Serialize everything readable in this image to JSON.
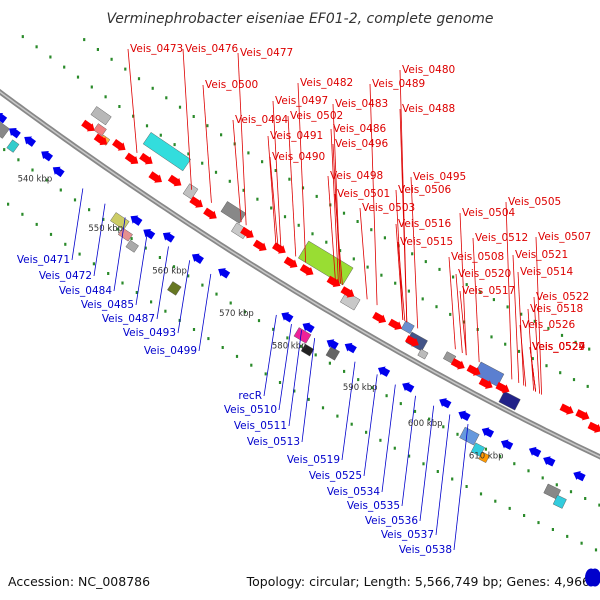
{
  "title": "Verminephrobacter eiseniae EF01-2, complete genome",
  "footer": {
    "accession": "Accession: NC_008786",
    "topology": "Topology: circular; Length: 5,566,749 bp; Genes: 4,966"
  },
  "position_ticks": [
    "540 kbp",
    "550 kbp",
    "560 kbp",
    "570 kbp",
    "580 kbp",
    "590 kbp",
    "600 kbp",
    "610 kbp"
  ],
  "forward_genes": [
    "Veis_0473",
    "Veis_0476",
    "Veis_0477",
    "Veis_0482",
    "Veis_0480",
    "Veis_0489",
    "Veis_0500",
    "Veis_0497",
    "Veis_0483",
    "Veis_0488",
    "Veis_0494",
    "Veis_0502",
    "Veis_0486",
    "Veis_0491",
    "Veis_0496",
    "Veis_0490",
    "Veis_0498",
    "Veis_0495",
    "Veis_0501",
    "Veis_0506",
    "Veis_0503",
    "Veis_0505",
    "Veis_0504",
    "Veis_0516",
    "Veis_0512",
    "Veis_0507",
    "Veis_0515",
    "Veis_0521",
    "Veis_0508",
    "Veis_0520",
    "Veis_0514",
    "Veis_0517",
    "Veis_0522",
    "Veis_0518",
    "Veis_0526",
    "Veis_0524",
    "Veis_0527",
    "Veis_0529"
  ],
  "reverse_genes": [
    "Veis_0471",
    "Veis_0472",
    "Veis_0484",
    "Veis_0485",
    "Veis_0487",
    "Veis_0493",
    "Veis_0499",
    "recR",
    "Veis_0510",
    "Veis_0511",
    "Veis_0513",
    "Veis_0519",
    "Veis_0525",
    "Veis_0534",
    "Veis_0535",
    "Veis_0536",
    "Veis_0537",
    "Veis_0538"
  ],
  "colors": {
    "forward_label": "#dd0000",
    "reverse_label": "#0000cc",
    "forward_gene": "#ff0000",
    "reverse_gene": "#0000ee",
    "backbone": "#888888",
    "tick_dot": "#2a8a2a"
  }
}
